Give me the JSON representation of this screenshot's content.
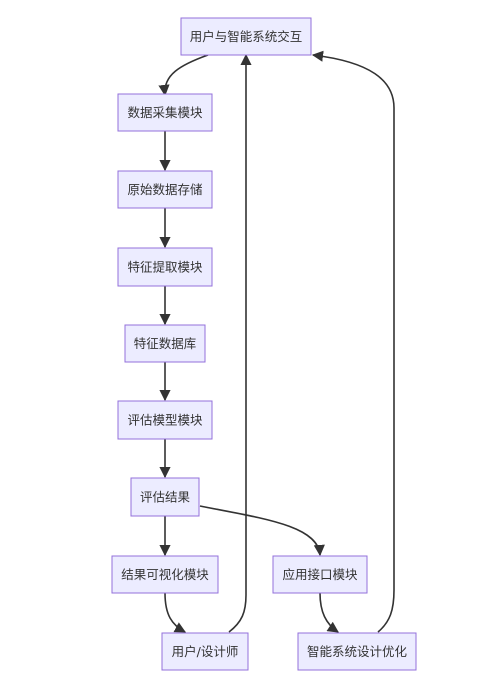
{
  "nodes": {
    "interaction": "用户与智能系统交互",
    "collect": "数据采集模块",
    "raw_store": "原始数据存储",
    "feature_extract": "特征提取模块",
    "feature_db": "特征数据库",
    "eval_model": "评估模型模块",
    "eval_result": "评估结果",
    "visualize": "结果可视化模块",
    "api": "应用接口模块",
    "user": "用户/设计师",
    "optimize": "智能系统设计优化"
  },
  "edges": [
    {
      "from": "interaction",
      "to": "collect"
    },
    {
      "from": "collect",
      "to": "raw_store"
    },
    {
      "from": "raw_store",
      "to": "feature_extract"
    },
    {
      "from": "feature_extract",
      "to": "feature_db"
    },
    {
      "from": "feature_db",
      "to": "eval_model"
    },
    {
      "from": "eval_model",
      "to": "eval_result"
    },
    {
      "from": "eval_result",
      "to": "visualize"
    },
    {
      "from": "eval_result",
      "to": "api"
    },
    {
      "from": "visualize",
      "to": "user"
    },
    {
      "from": "api",
      "to": "optimize"
    },
    {
      "from": "user",
      "to": "interaction"
    },
    {
      "from": "optimize",
      "to": "interaction"
    }
  ],
  "colors": {
    "node_fill": "#ECECFF",
    "node_border": "#9370DB",
    "edge": "#333333",
    "text": "#333333"
  }
}
